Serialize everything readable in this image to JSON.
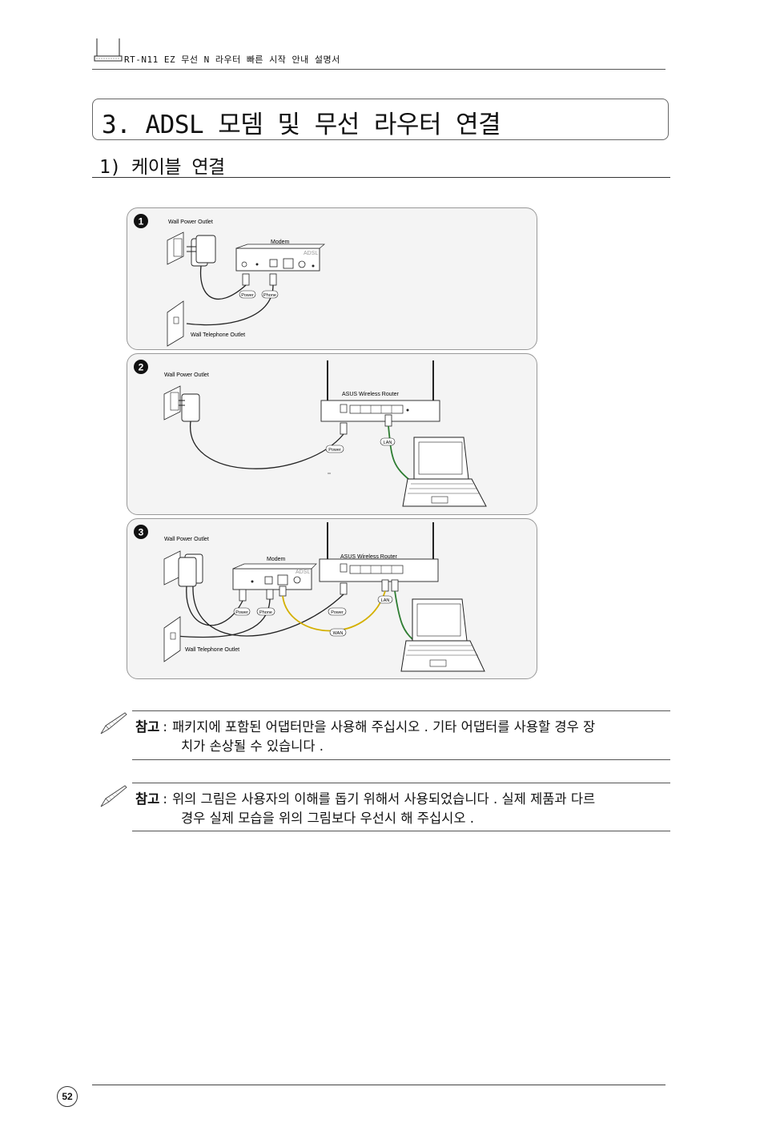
{
  "header": {
    "title": "RT-N11 EZ 무선 N 라우터 빠른 시작 안내 설명서"
  },
  "chapter": {
    "title": "3. ADSL 모뎀 및 무선 라우터 연결"
  },
  "section": {
    "title": "1) 케이블 연결"
  },
  "diagrams": {
    "step1": {
      "number": "1",
      "wall_power": "Wall Power Outlet",
      "modem": "Modem",
      "modem_brand": "ADSL",
      "power_tag": "Power",
      "phone_tag": "Phone",
      "wall_phone": "Wall Telephone Outlet"
    },
    "step2": {
      "number": "2",
      "wall_power": "Wall Power Outlet",
      "router": "ASUS Wireless Router",
      "power_tag": "Power",
      "lan_tag": "LAN"
    },
    "step3": {
      "number": "3",
      "wall_power": "Wall Power Outlet",
      "modem": "Modem",
      "modem_brand": "ADSL",
      "router": "ASUS Wireless Router",
      "power_tag": "Power",
      "phone_tag": "Phone",
      "router_power_tag": "Power",
      "wan_tag": "WAN",
      "lan_tag": "LAN",
      "wall_phone": "Wall Telephone Outlet"
    }
  },
  "notes": [
    {
      "label": "참고",
      "separator": ":",
      "line1": "패키지에 포함된 어댑터만을 사용해 주십시오 . 기타 어댑터를 사용할 경우 장",
      "line2": "치가 손상될 수 있습니다 ."
    },
    {
      "label": "참고",
      "separator": ":",
      "line1": "위의 그림은 사용자의 이해를 돕기 위해서 사용되었습니다 . 실제 제품과 다르",
      "line2": "경우 실제 모습을 위의 그림보다 우선시 해 주십시오 ."
    }
  ],
  "footer": {
    "page_number": "52"
  }
}
